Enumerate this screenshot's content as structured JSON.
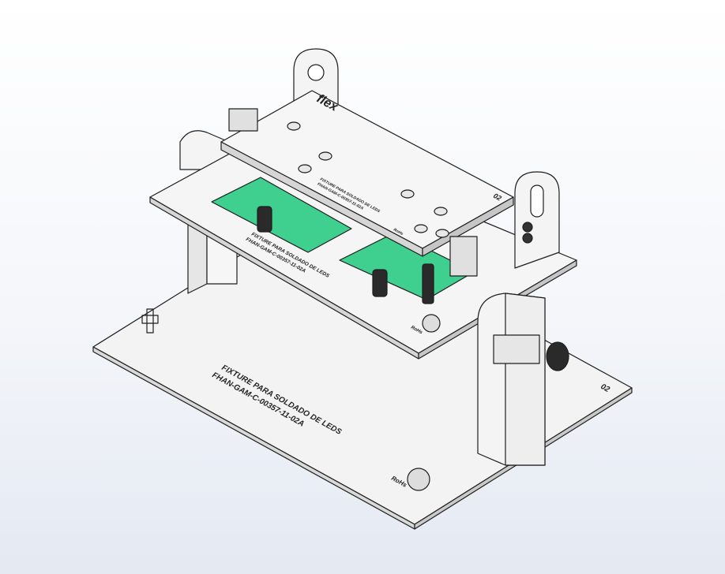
{
  "model": {
    "base_plate": {
      "title": "FIXTURE PARA SOLDADO DE LEDS",
      "part_number": "FHAN-GAM-C-00357-11-02A",
      "revision": "02",
      "rohs_label": "RoHs"
    },
    "middle_plate": {
      "title": "FIXTURE PARA SOLDADO DE LEDS",
      "part_number": "FHAN-GAM-C-00357-11-02A",
      "rohs_label": "RoHs"
    },
    "top_plate": {
      "brand": "flex",
      "revision": "02",
      "title": "FIXTURE PARA SOLDADO DE LEDS",
      "part_number": "FHAN-GAM-C-00357-11-02A",
      "rohs_label": "RoHs"
    },
    "colors": {
      "metal": "#f2f2f2",
      "edge": "#1e1e1e",
      "pcb": "#3fcf8e",
      "dark_part": "#2a2a2a"
    }
  }
}
